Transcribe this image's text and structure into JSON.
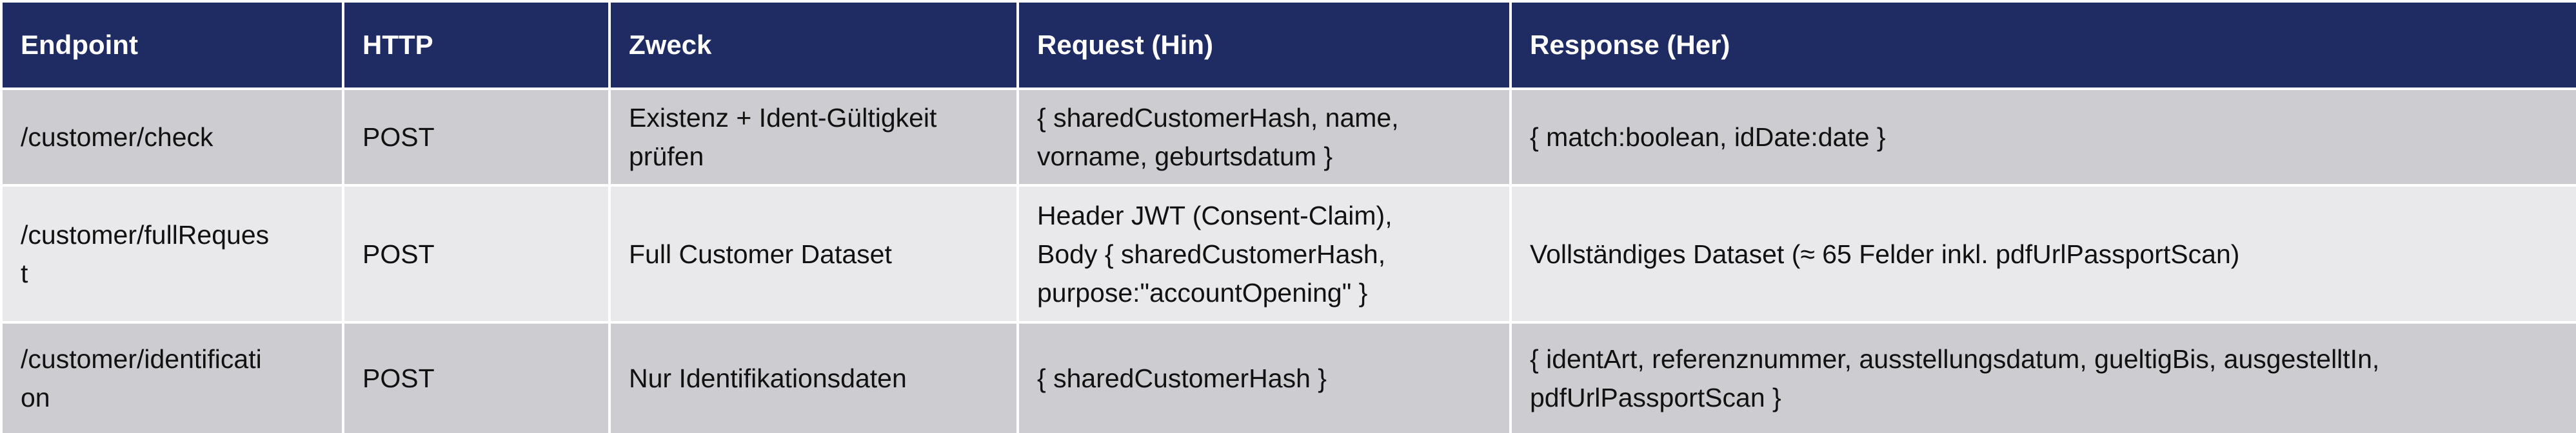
{
  "table": {
    "headers": {
      "endpoint": "Endpoint",
      "http": "HTTP",
      "zweck": "Zweck",
      "request": "Request (Hin)",
      "response": "Response (Her)"
    },
    "rows": [
      {
        "endpoint": [
          "/customer/check"
        ],
        "http": "POST",
        "zweck": [
          "Existenz + Ident-Gültigkeit",
          "prüfen"
        ],
        "request": [
          "{ sharedCustomerHash, name,",
          "vorname, geburtsdatum }"
        ],
        "response": [
          "{ match:boolean, idDate:date }"
        ]
      },
      {
        "endpoint": [
          "/customer/fullReques",
          "t"
        ],
        "http": "POST",
        "zweck": [
          "Full Customer Dataset"
        ],
        "request": [
          "Header JWT (Consent-Claim),",
          "Body { sharedCustomerHash,",
          "purpose:\"accountOpening\" }"
        ],
        "response": [
          "Vollständiges Dataset (≈ 65 Felder inkl. pdfUrlPassportScan)"
        ]
      },
      {
        "endpoint": [
          "/customer/identificati",
          "on"
        ],
        "http": "POST",
        "zweck": [
          "Nur Identifikationsdaten"
        ],
        "request": [
          "{ sharedCustomerHash }"
        ],
        "response": [
          "{ identArt, referenznummer, ausstellungsdatum, gueltigBis, ausgestelltIn,",
          "pdfUrlPassportScan }"
        ]
      }
    ]
  }
}
